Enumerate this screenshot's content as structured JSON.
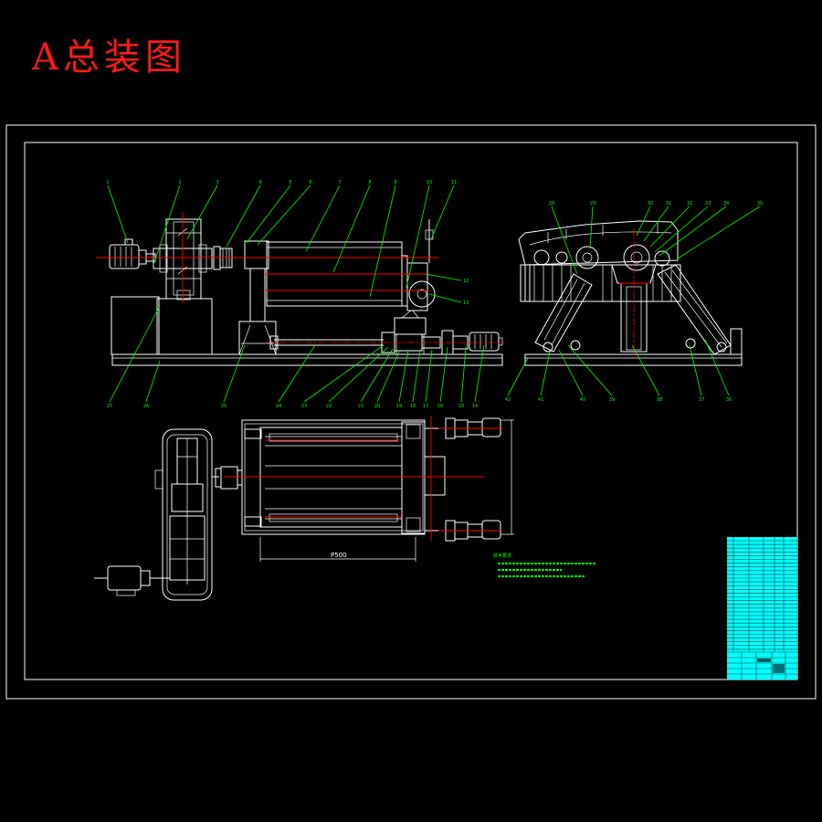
{
  "title": "A总装图",
  "dimension": {
    "width_label": "P500"
  },
  "technical_requirements": {
    "heading": "技术要求"
  },
  "part_labels": {
    "front_top": [
      "1",
      "2",
      "3",
      "4",
      "5",
      "6",
      "7",
      "8",
      "9",
      "10",
      "11"
    ],
    "front_right": [
      "12",
      "13"
    ],
    "front_bottom": [
      "14",
      "15",
      "16",
      "17",
      "18",
      "19",
      "20",
      "21",
      "22",
      "23",
      "24",
      "25",
      "26",
      "27"
    ],
    "side_top": [
      "28",
      "29",
      "30",
      "31",
      "32",
      "33",
      "34",
      "35"
    ],
    "side_bottom": [
      "36",
      "37",
      "38",
      "39",
      "40",
      "41",
      "42"
    ]
  },
  "colors": {
    "background": "#000000",
    "frame": "#ffffff",
    "leader": "#00ff00",
    "center_line": "#ff0000",
    "title": "#ff1a1a",
    "title_block": "#00ffff"
  }
}
